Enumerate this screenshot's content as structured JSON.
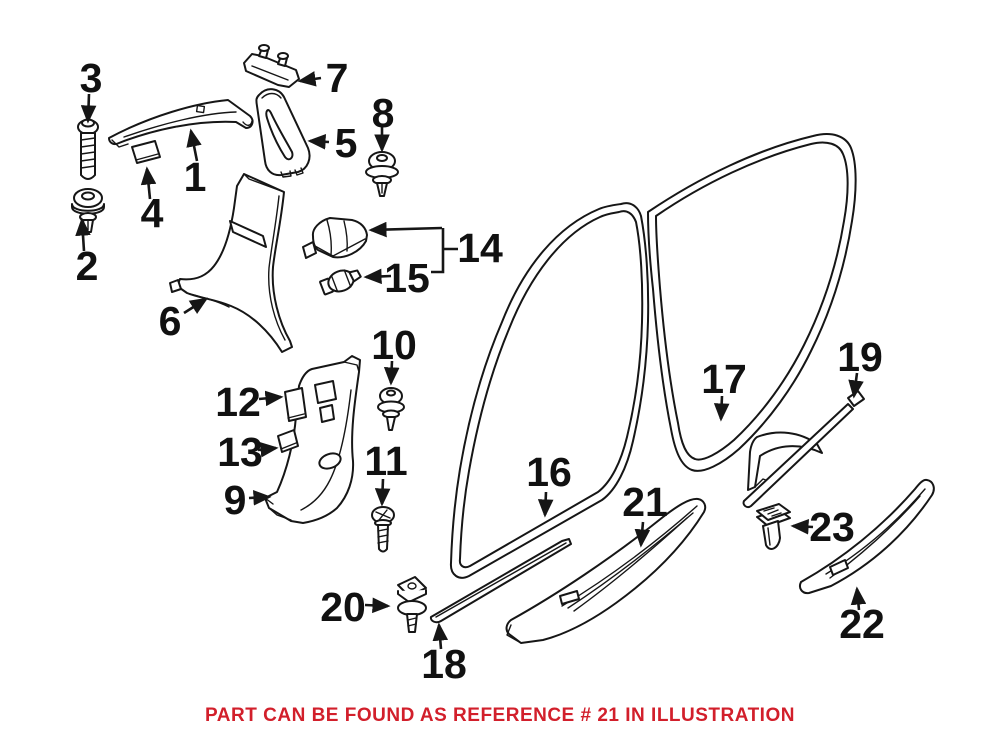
{
  "canvas": {
    "background": "#ffffff",
    "line_color": "#161616"
  },
  "callouts": [
    {
      "ref": "1"
    },
    {
      "ref": "2"
    },
    {
      "ref": "3"
    },
    {
      "ref": "4"
    },
    {
      "ref": "5"
    },
    {
      "ref": "6"
    },
    {
      "ref": "7"
    },
    {
      "ref": "8"
    },
    {
      "ref": "9"
    },
    {
      "ref": "10"
    },
    {
      "ref": "11"
    },
    {
      "ref": "12"
    },
    {
      "ref": "13"
    },
    {
      "ref": "14"
    },
    {
      "ref": "15"
    },
    {
      "ref": "16"
    },
    {
      "ref": "17"
    },
    {
      "ref": "18"
    },
    {
      "ref": "19"
    },
    {
      "ref": "20"
    },
    {
      "ref": "21"
    },
    {
      "ref": "22"
    },
    {
      "ref": "23"
    }
  ],
  "note": {
    "text": "PART CAN BE FOUND AS REFERENCE # 21 IN ILLUSTRATION",
    "color": "#d21f2b"
  }
}
